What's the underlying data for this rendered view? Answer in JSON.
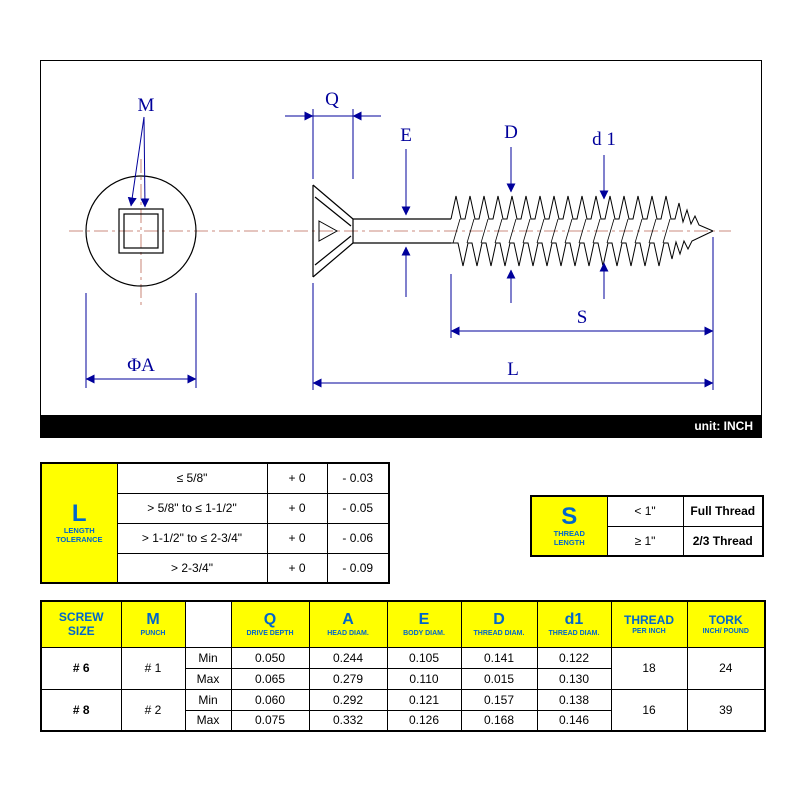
{
  "drawing": {
    "unit_label": "unit: INCH",
    "labels": {
      "m": "M",
      "q": "Q",
      "e": "E",
      "d": "D",
      "d1": "d 1",
      "s": "S",
      "l": "L",
      "phi_a": "ΦA"
    },
    "colors": {
      "dimension": "#00009b",
      "outline": "#000000",
      "centerline": "#bb6655"
    }
  },
  "length_tolerance_table": {
    "letter": "L",
    "title_line1": "LENGTH",
    "title_line2": "TOLERANCE",
    "rows": [
      {
        "range": "≤ 5/8\"",
        "plus": "+ 0",
        "minus": "- 0.03"
      },
      {
        "range": "> 5/8\" to ≤ 1-1/2\"",
        "plus": "+ 0",
        "minus": "- 0.05"
      },
      {
        "range": "> 1-1/2\" to ≤ 2-3/4\"",
        "plus": "+ 0",
        "minus": "- 0.06"
      },
      {
        "range": "> 2-3/4\"",
        "plus": "+ 0",
        "minus": "- 0.09"
      }
    ]
  },
  "thread_length_table": {
    "letter": "S",
    "title_line1": "THREAD",
    "title_line2": "LENGTH",
    "rows": [
      {
        "condition": "< 1\"",
        "value": "Full Thread"
      },
      {
        "condition": "≥ 1\"",
        "value": "2/3 Thread"
      }
    ]
  },
  "spec_table": {
    "headers": {
      "screw_size_line1": "SCREW",
      "screw_size_line2": "SIZE",
      "punch_letter": "M",
      "punch_sub": "PUNCH",
      "q_letter": "Q",
      "q_sub": "DRIVE DEPTH",
      "a_letter": "A",
      "a_sub": "HEAD DIAM.",
      "e_letter": "E",
      "e_sub": "BODY DIAM.",
      "d_letter": "D",
      "d_sub": "THREAD DIAM.",
      "d1_letter": "d1",
      "d1_sub": "THREAD DIAM.",
      "thread_letter": "THREAD",
      "thread_sub": "PER INCH",
      "tork_letter": "TORK",
      "tork_sub": "INCH/ POUND"
    },
    "row_labels": {
      "min": "Min",
      "max": "Max"
    },
    "groups": [
      {
        "size": "# 6",
        "punch": "# 1",
        "min": [
          "0.050",
          "0.244",
          "0.105",
          "0.141",
          "0.122"
        ],
        "max": [
          "0.065",
          "0.279",
          "0.110",
          "0.015",
          "0.130"
        ],
        "thread_per_inch": "18",
        "tork": "24"
      },
      {
        "size": "# 8",
        "punch": "# 2",
        "min": [
          "0.060",
          "0.292",
          "0.121",
          "0.157",
          "0.138"
        ],
        "max": [
          "0.075",
          "0.332",
          "0.126",
          "0.168",
          "0.146"
        ],
        "thread_per_inch": "16",
        "tork": "39"
      }
    ]
  }
}
